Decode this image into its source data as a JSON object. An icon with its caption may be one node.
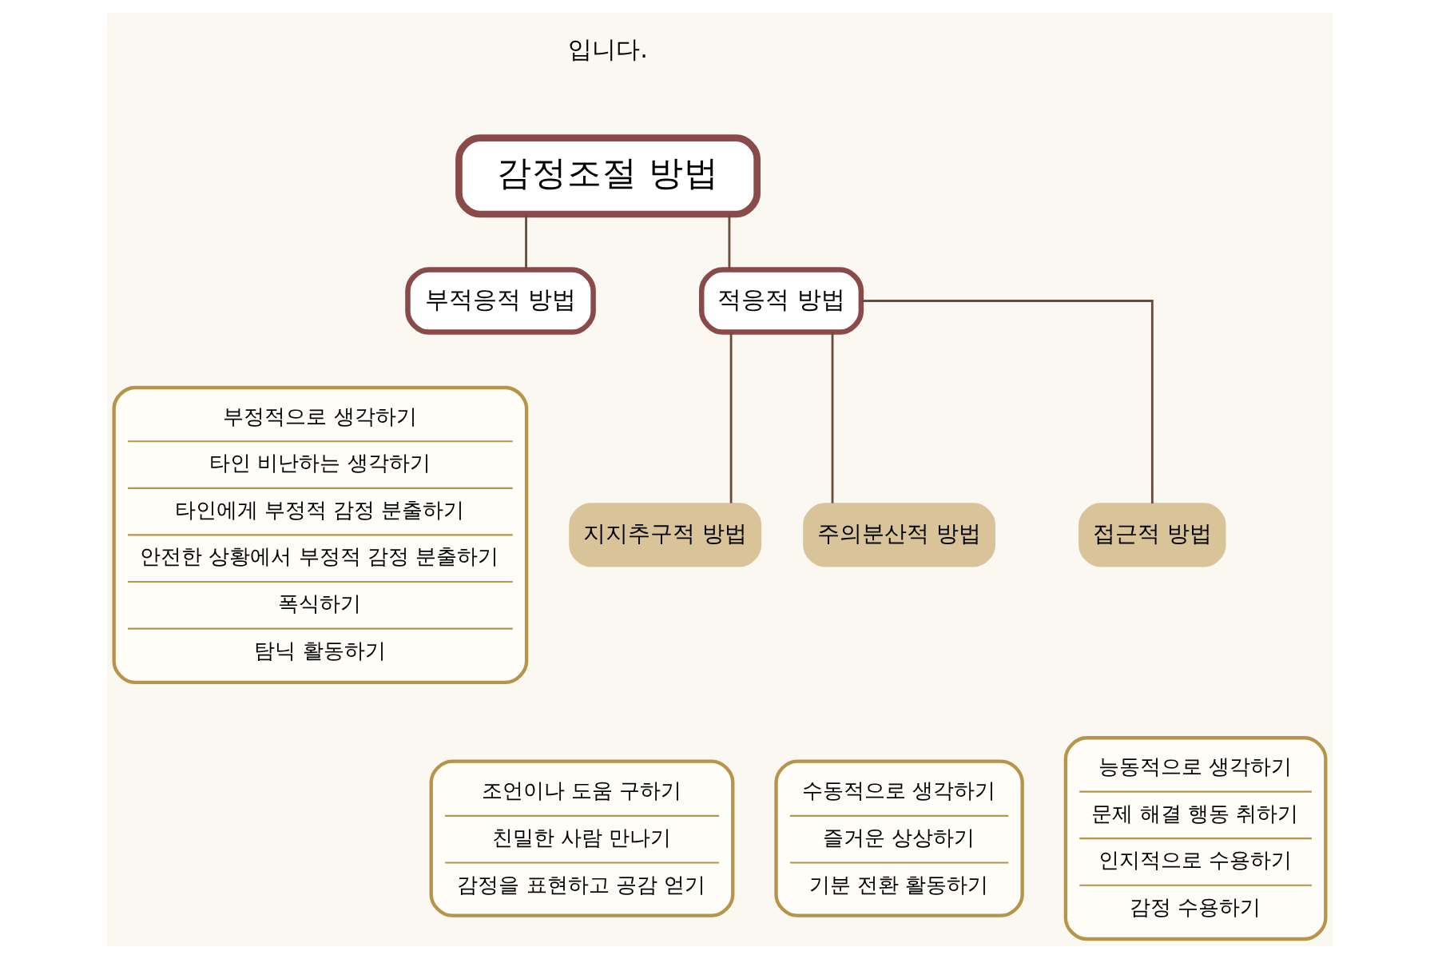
{
  "diagram": {
    "nodes": [
      {
        "text": [
          "감정조절 방법"
        ]
      },
      {
        "text": [
          "부적응적 방법"
        ]
      },
      {
        "text": [
          "적응적 방법"
        ]
      },
      {
        "text": [
          "부정적으로 생각하기",
          "타인 비난하는 생각하기",
          "타인에게 부정적 감정 분출하기",
          "안전한 상황에서 부정적 감정 분출하기",
          "폭식하기",
          "탐닉 활동하기"
        ]
      },
      {
        "text": [
          "지지추구적 방법"
        ]
      },
      {
        "text": [
          "주의분산적 방법"
        ]
      },
      {
        "text": [
          "접근적 방법"
        ]
      },
      {
        "text": [
          "조언이나 도움 구하기",
          "친밀한 사람 만나기",
          "감정을 표현하고 공감 얻기"
        ]
      },
      {
        "text": [
          "수동적으로 생각하기",
          "즐거운 상상하기",
          "기분 전환 활동하기"
        ]
      },
      {
        "text": [
          "능동적으로 생각하기",
          "문제 해결 행동 취하기",
          "인지적으로 수용하기",
          "감정 수용하기"
        ]
      }
    ],
    "edges": [
      {
        "from": 0,
        "to": 1,
        "arrow": "none"
      },
      {
        "from": 0,
        "to": 2,
        "arrow": "none"
      },
      {
        "from": 2,
        "to": 4,
        "arrow": "none"
      },
      {
        "from": 2,
        "to": 5,
        "arrow": "none"
      },
      {
        "from": 2,
        "to": 6,
        "arrow": "none"
      }
    ],
    "labels": [
      "입니다."
    ]
  }
}
